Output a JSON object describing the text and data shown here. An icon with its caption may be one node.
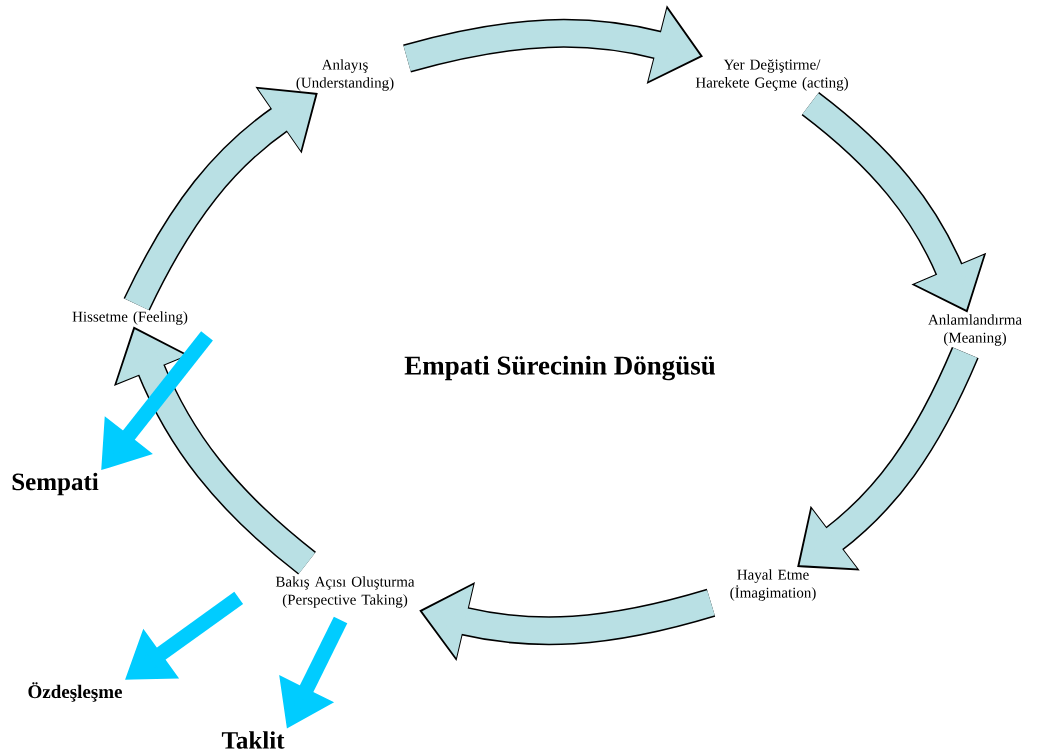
{
  "diagram": {
    "title": "Empati Sürecinin Döngüsü",
    "nodes": [
      {
        "text": [
          "Anlayış (Understanding)"
        ]
      },
      {
        "text": [
          "Yer Değiştirme/ Harekete Geçme (acting)"
        ]
      },
      {
        "text": [
          "Hissetme (Feeling)"
        ]
      },
      {
        "text": [
          "Anlamlandırma (Meaning)"
        ]
      },
      {
        "text": [
          "Sempati"
        ]
      },
      {
        "text": [
          "Bakış Açısı Oluşturma (Perspective Taking)"
        ]
      },
      {
        "text": [
          "Hayal Etme (İmagimation)"
        ]
      },
      {
        "text": [
          "Özdeşleşme"
        ]
      },
      {
        "text": [
          "Taklit"
        ]
      }
    ],
    "edges": [
      {
        "from": 0,
        "to": 1,
        "arrow": "to"
      },
      {
        "from": 1,
        "to": 3,
        "arrow": "to"
      },
      {
        "from": 3,
        "to": 6,
        "arrow": "to"
      },
      {
        "from": 6,
        "to": 5,
        "arrow": "to"
      },
      {
        "from": 5,
        "to": 2,
        "arrow": "to"
      },
      {
        "from": 2,
        "to": 0,
        "arrow": "to"
      },
      {
        "from": 2,
        "to": 4,
        "arrow": "to",
        "color": "#00ccff"
      },
      {
        "from": 5,
        "to": 7,
        "arrow": "to",
        "color": "#00ccff"
      },
      {
        "from": 5,
        "to": 8,
        "arrow": "to",
        "color": "#00ccff"
      }
    ]
  }
}
